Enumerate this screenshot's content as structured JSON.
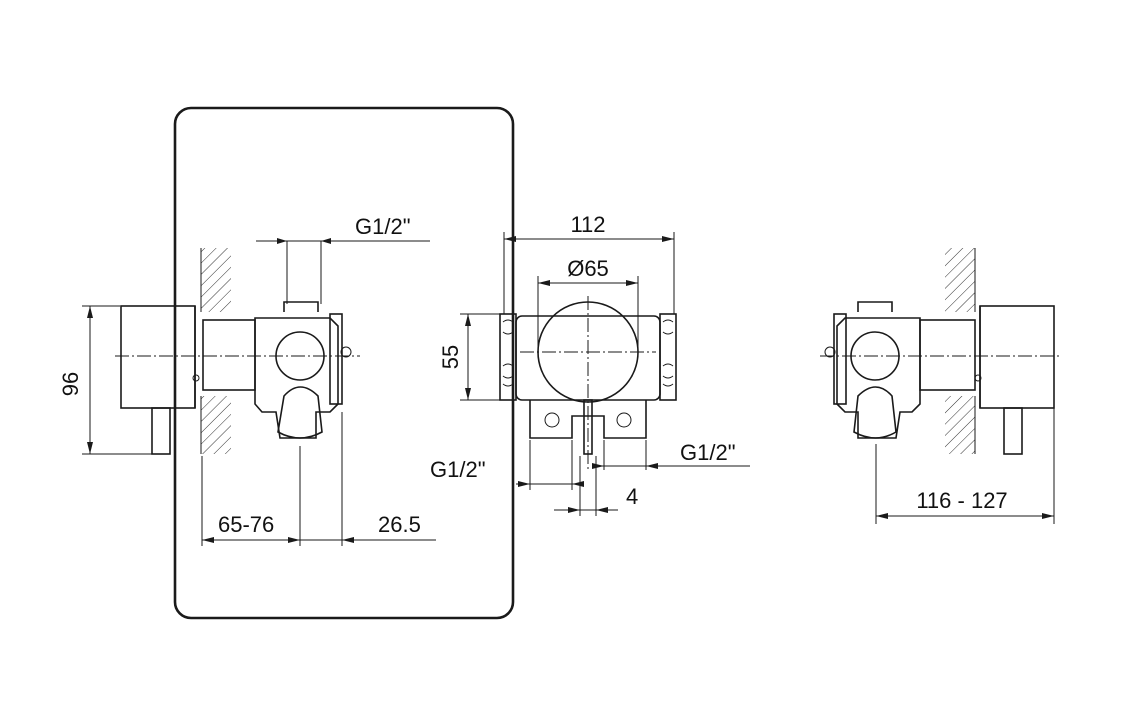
{
  "drawing": {
    "dimensions": {
      "side_left_inlet": "G1/2\"",
      "side_height": "96",
      "side_depth": "65-76",
      "side_offset": "26.5",
      "front_width": "112",
      "front_diameter": "Ø65",
      "front_height": "55",
      "front_left_outlet": "G1/2\"",
      "front_right_outlet": "G1/2\"",
      "front_gap": "4",
      "right_depth": "116 - 127"
    }
  }
}
